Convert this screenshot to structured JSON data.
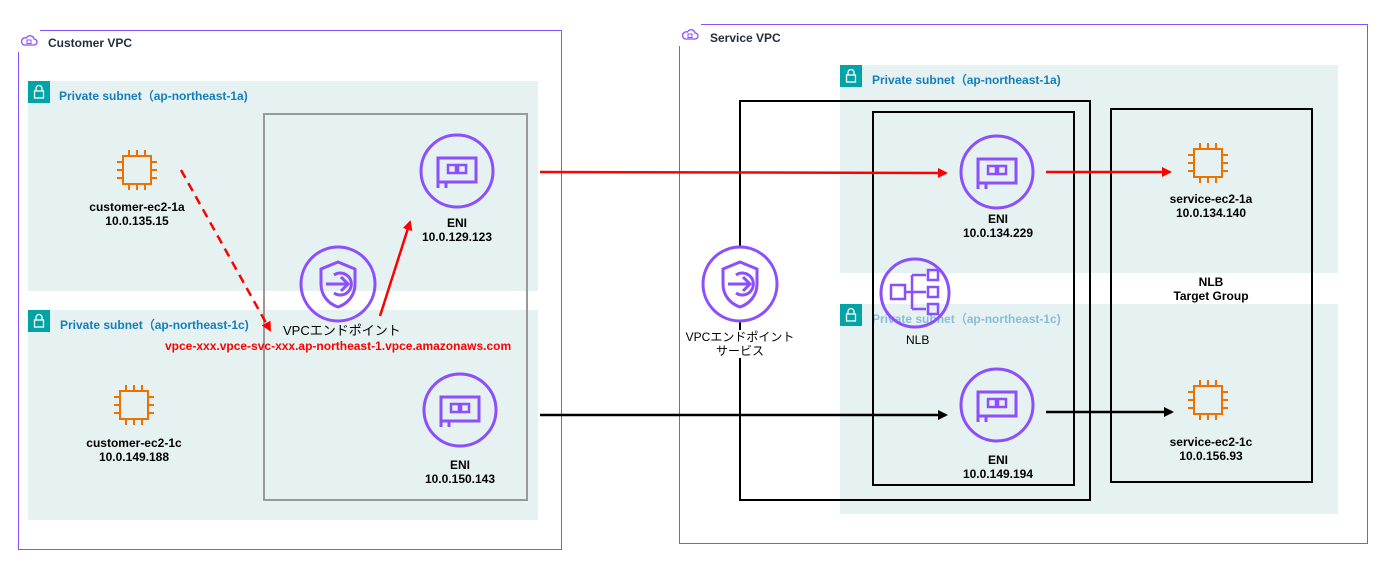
{
  "customer_vpc": {
    "title": "Customer VPC",
    "subnet_a": "Private subnet（ap-northeast-1a)",
    "subnet_c": "Private subnet（ap-northeast-1c)",
    "ec2_a": {
      "name": "customer-ec2-1a",
      "ip": "10.0.135.15"
    },
    "ec2_c": {
      "name": "customer-ec2-1c",
      "ip": "10.0.149.188"
    },
    "endpoint": {
      "label": "VPCエンドポイント",
      "dns": "vpce-xxx.vpce-svc-xxx.ap-northeast-1.vpce.amazonaws.com"
    },
    "eni_a": {
      "name": "ENI",
      "ip": "10.0.129.123"
    },
    "eni_c": {
      "name": "ENI",
      "ip": "10.0.150.143"
    }
  },
  "service_vpc": {
    "title": "Service VPC",
    "subnet_a": "Private subnet（ap-northeast-1a)",
    "subnet_c": "Private subnet（ap-northeast-1c)",
    "endpoint_service": {
      "line1": "VPCエンドポイント",
      "line2": "サービス"
    },
    "nlb": "NLB",
    "eni_a": {
      "name": "ENI",
      "ip": "10.0.134.229"
    },
    "eni_c": {
      "name": "ENI",
      "ip": "10.0.149.194"
    },
    "target_group": {
      "line1": "NLB",
      "line2": "Target Group"
    },
    "ec2_a": {
      "name": "service-ec2-1a",
      "ip": "10.0.134.140"
    },
    "ec2_c": {
      "name": "service-ec2-1c",
      "ip": "10.0.156.93"
    }
  },
  "colors": {
    "vpc_border": "#8c4fff",
    "subnet_bg": "#e6f2f2",
    "subnet_text": "#147eba",
    "ec2": "#ed7100",
    "eni": "#8c4fff",
    "flow_active": "#ff0000",
    "flow_standby": "#000000"
  }
}
